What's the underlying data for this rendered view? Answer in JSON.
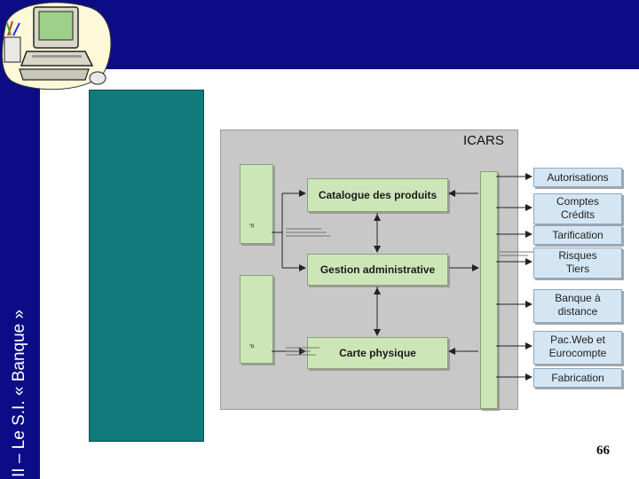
{
  "header": {
    "vertical_title": "II – Le S.I. « Banque »"
  },
  "diagram": {
    "title": "ICARS",
    "boxes": {
      "catalogue": "Catalogue des produits",
      "gestion": "Gestion administrative",
      "carte": "Carte physique"
    },
    "small_labels": {
      "p1": "P",
      "p2": "P"
    },
    "targets": [
      {
        "lines": [
          "Autorisations"
        ]
      },
      {
        "lines": [
          "Comptes",
          "Crédits"
        ]
      },
      {
        "lines": [
          "Tarification"
        ]
      },
      {
        "lines": [
          "Risques",
          "Tiers"
        ]
      },
      {
        "lines": [
          "Banque à",
          "distance"
        ]
      },
      {
        "lines": [
          "Pac.Web et",
          "Eurocompte"
        ]
      },
      {
        "lines": [
          "Fabrication"
        ]
      }
    ]
  },
  "footer": {
    "slide_number": "66"
  },
  "colors": {
    "header_blue": "#0c0c86",
    "teal": "#117a7a",
    "diagram_gray": "#c8c8c8",
    "box_green": "#cce6b8",
    "box_blue": "#d4e6f4"
  }
}
